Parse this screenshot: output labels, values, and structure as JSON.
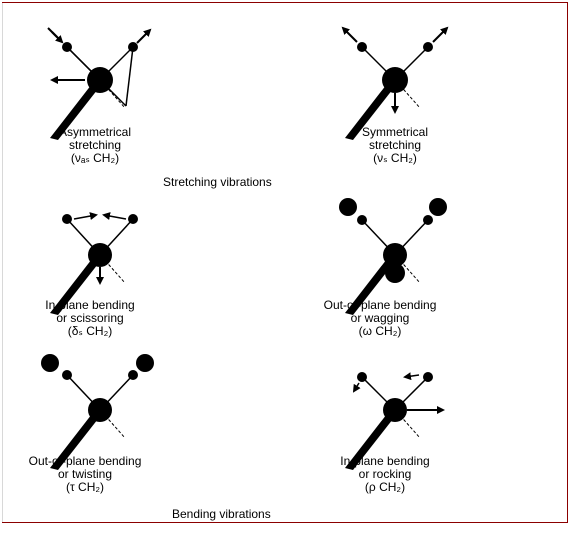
{
  "colors": {
    "ink": "#000000",
    "frame": "#8b0000"
  },
  "panels": [
    {
      "name": "asymmetrical-stretching",
      "lines": [
        "Asymmetrical",
        "stretching",
        "(νₐₛ CH₂)"
      ]
    },
    {
      "name": "symmetrical-stretching",
      "lines": [
        "Symmetrical",
        "stretching",
        "(νₛ CH₂)"
      ]
    },
    {
      "name": "scissoring",
      "lines": [
        "In-plane bending",
        "or scissoring",
        "(δₛ CH₂)"
      ]
    },
    {
      "name": "wagging",
      "lines": [
        "Out-of-plane bending",
        "or wagging",
        "(ω CH₂)"
      ]
    },
    {
      "name": "twisting",
      "lines": [
        "Out-of-plane bending",
        "or twisting",
        "(τ CH₂)"
      ]
    },
    {
      "name": "rocking",
      "lines": [
        "In-plane bending",
        "or rocking",
        "(ρ CH₂)"
      ]
    }
  ],
  "sections": {
    "stretching": "Stretching vibrations",
    "bending": "Bending vibrations"
  }
}
